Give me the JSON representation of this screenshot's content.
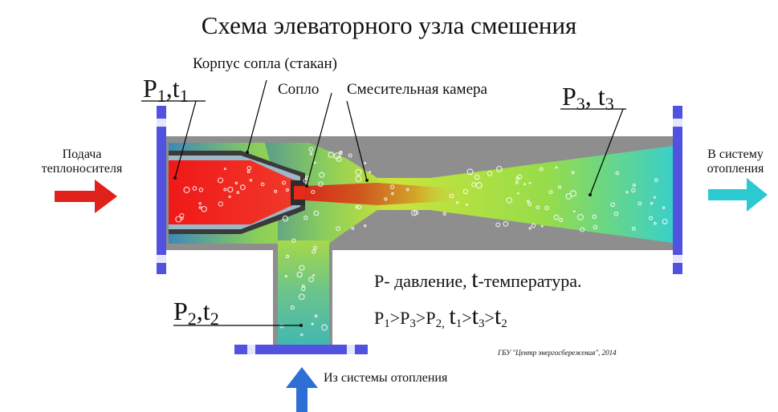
{
  "title": "Схема элеваторного узла смешения",
  "labels": {
    "body": "Корпус сопла (стакан)",
    "nozzle": "Сопло",
    "chamber": "Смесительная камера",
    "supply": "Подача\nтеплоносителя",
    "to_system": "В систему\nотопления",
    "from_system": "Из системы отопления"
  },
  "params": {
    "p1": {
      "p": "P",
      "ps": "1",
      "sep": ",",
      "t": "t",
      "ts": "1"
    },
    "p2": {
      "p": "P",
      "ps": "2",
      "sep": ",",
      "t": "t",
      "ts": "2"
    },
    "p3": {
      "p": "P",
      "ps": "3",
      "sep": ", ",
      "t": "t",
      "ts": "3"
    }
  },
  "legend": {
    "p": "P",
    "p_desc": "- давление, ",
    "t": "t",
    "t_desc": "-температура."
  },
  "relation": {
    "p1": "P",
    "s1": "1",
    "gt1": ">",
    "p3": "P",
    "s3": "3",
    "gt2": ">",
    "p2": "P",
    "s2": "2,",
    "t1": "t",
    "ts1": "1",
    "gt3": ">",
    "t3": "t",
    "ts3": "3",
    "gt4": ">",
    "t2": "t",
    "ts2": "2"
  },
  "credit": "ГБУ \"Центр энергосбережения\", 2014",
  "colors": {
    "hot": "#e8201e",
    "mixed": "#b7e23a",
    "return": "#38c8c8",
    "outlet_arrow": "#2bc9d0",
    "inlet_arrow": "#e0201a",
    "return_arrow": "#2e6fd6",
    "pipe": "#9a9a9a",
    "flange": "#5252e0"
  }
}
